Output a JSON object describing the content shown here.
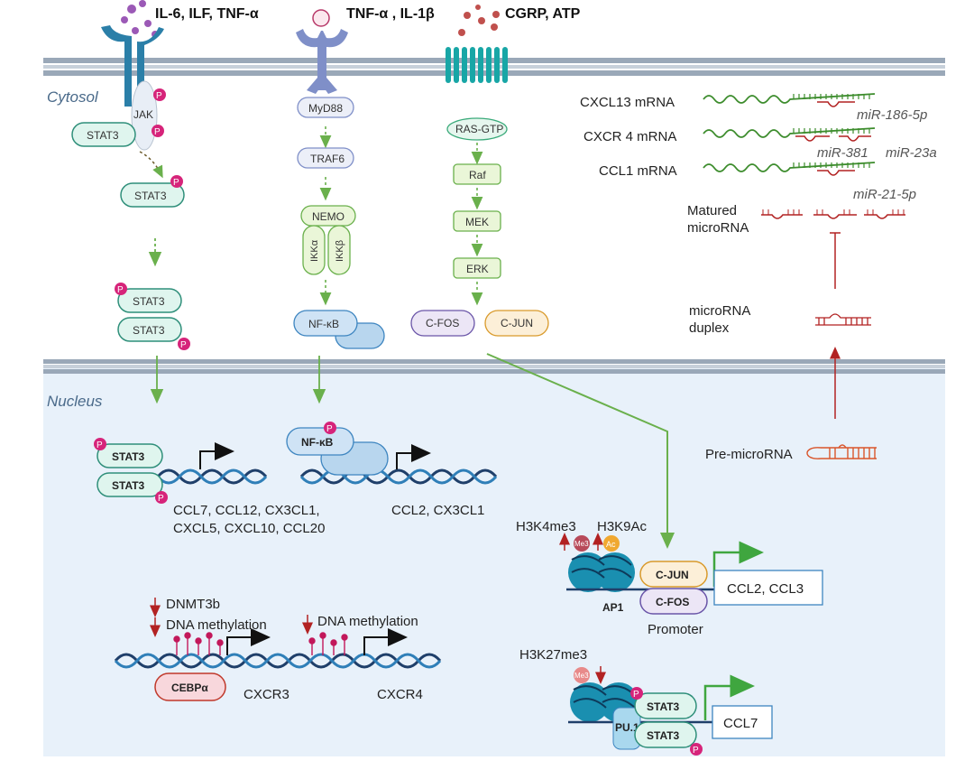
{
  "ligands": {
    "stat_path": "IL-6, ILF, TNF-α",
    "nfkb_path": "TNF-α , IL-1β",
    "mapk_path": "CGRP, ATP"
  },
  "compartments": {
    "cytosol": "Cytosol",
    "nucleus": "Nucleus"
  },
  "cytosol": {
    "jak": "JAK",
    "stat3": "STAT3",
    "p": "P",
    "myd88": "MyD88",
    "traf6": "TRAF6",
    "nemo": "NEMO",
    "ikka": "IKKα",
    "ikkb": "IKKβ",
    "nfkb": "NF-κB",
    "rasgtp": "RAS-GTP",
    "raf": "Raf",
    "mek": "MEK",
    "erk": "ERK",
    "cfos": "C-FOS",
    "cjun": "C-JUN"
  },
  "mirna": {
    "cxcl13": "CXCL13  mRNA",
    "cxcr4": "CXCR 4  mRNA",
    "ccl1": "CCL1  mRNA",
    "mir186": "miR-186-5p",
    "mir381": "miR-381",
    "mir23a": "miR-23a",
    "mir21": "miR-21-5p",
    "matured_1": "Matured",
    "matured_2": "microRNA",
    "duplex_1": "microRNA",
    "duplex_2": "duplex",
    "pre": "Pre-microRNA"
  },
  "nucleus": {
    "stat3": "STAT3",
    "nfkb": "NF-κB",
    "stat_targets_1": "CCL7, CCL12, CX3CL1,",
    "stat_targets_2": "CXCL5, CXCL10, CCL20",
    "nfkb_targets": "CCL2, CX3CL1",
    "h3k4": "H3K4me3",
    "h3k9": "H3K9Ac",
    "me3": "Me3",
    "ac": "Ac",
    "cjun": "C-JUN",
    "cfos": "C-FOS",
    "ap1": "AP1",
    "promoter": "Promoter",
    "ap1_targets": "CCL2, CCL3",
    "h3k27": "H3K27me3",
    "pu1": "PU.1",
    "ccl7": "CCL7",
    "dnmt3b": "DNMT3b",
    "dnameth1": "DNA methylation",
    "dnameth2": "DNA methylation",
    "cebpa": "CEBPα",
    "cxcr3": "CXCR3",
    "cxcr4": "CXCR4"
  },
  "colors": {
    "membrane": "#9aa8b8",
    "nucleus_bg": "#e8f1fa",
    "green_arrow": "#6ab04c",
    "stat3_fill": "#dff5ee",
    "stat3_stroke": "#2f8f7a",
    "phospho": "#d6247a",
    "mirna_red": "#b22222",
    "mrna_green": "#3c8c2c"
  }
}
